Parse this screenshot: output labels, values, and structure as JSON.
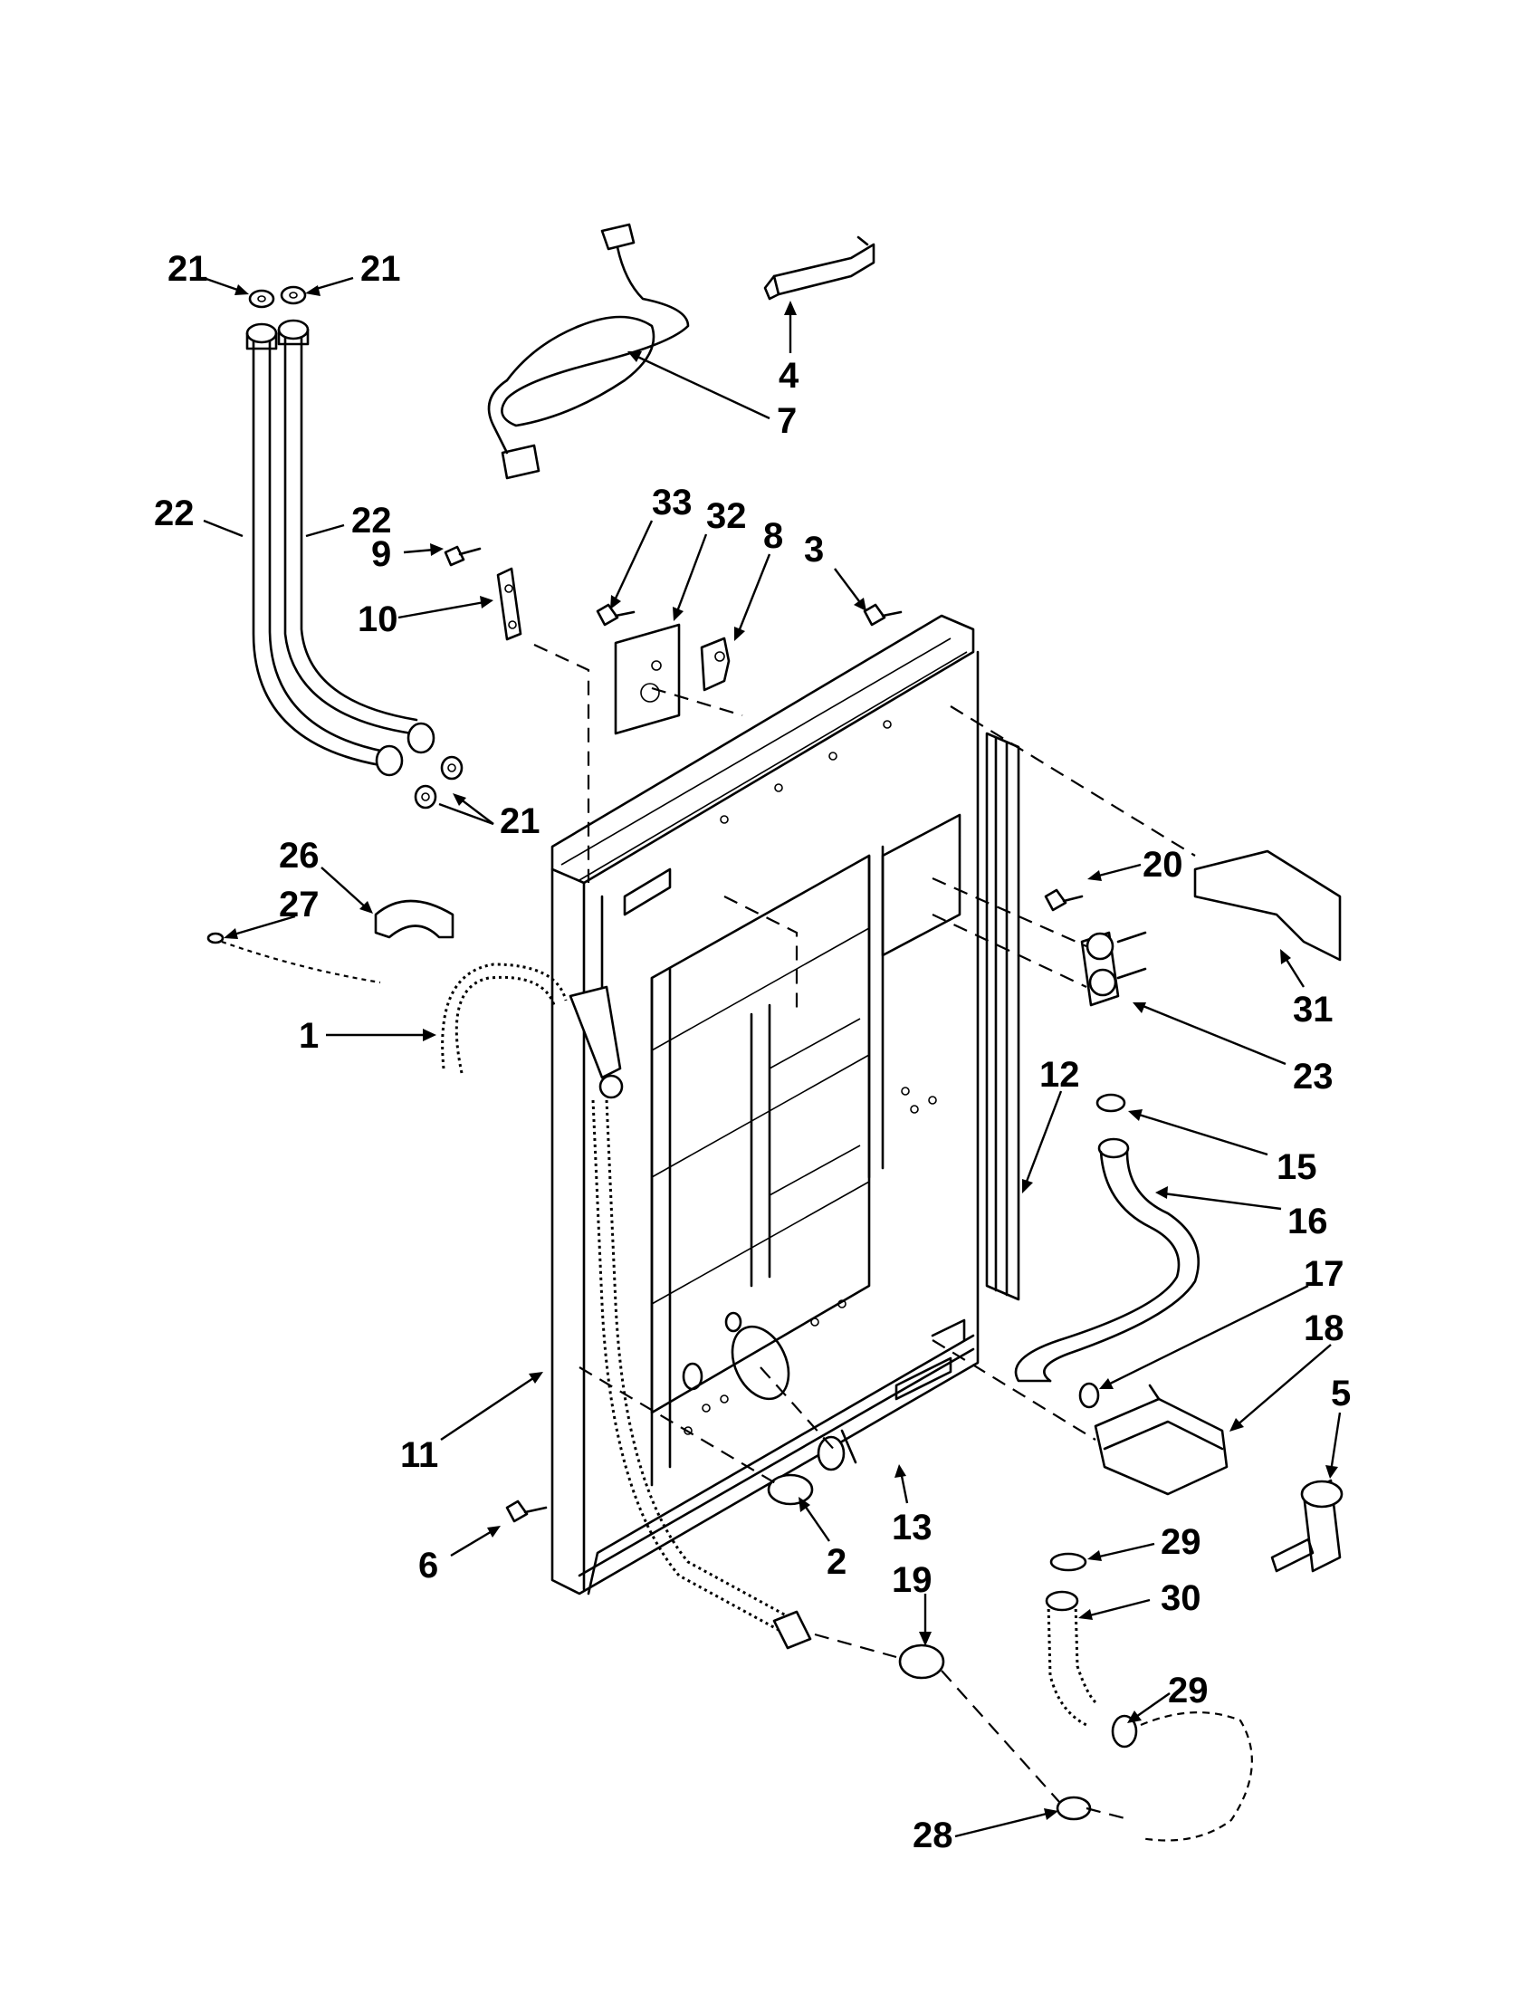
{
  "callouts": [
    {
      "id": "c21a",
      "text": "21"
    },
    {
      "id": "c21b",
      "text": "21"
    },
    {
      "id": "c21c",
      "text": "21"
    },
    {
      "id": "c22a",
      "text": "22"
    },
    {
      "id": "c22b",
      "text": "22"
    },
    {
      "id": "c4",
      "text": "4"
    },
    {
      "id": "c7",
      "text": "7"
    },
    {
      "id": "c9",
      "text": "9"
    },
    {
      "id": "c10",
      "text": "10"
    },
    {
      "id": "c33",
      "text": "33"
    },
    {
      "id": "c32",
      "text": "32"
    },
    {
      "id": "c8",
      "text": "8"
    },
    {
      "id": "c3",
      "text": "3"
    },
    {
      "id": "c26",
      "text": "26"
    },
    {
      "id": "c27",
      "text": "27"
    },
    {
      "id": "c20",
      "text": "20"
    },
    {
      "id": "c1",
      "text": "1"
    },
    {
      "id": "c31",
      "text": "31"
    },
    {
      "id": "c23",
      "text": "23"
    },
    {
      "id": "c12",
      "text": "12"
    },
    {
      "id": "c15",
      "text": "15"
    },
    {
      "id": "c16",
      "text": "16"
    },
    {
      "id": "c17",
      "text": "17"
    },
    {
      "id": "c18",
      "text": "18"
    },
    {
      "id": "c5",
      "text": "5"
    },
    {
      "id": "c11",
      "text": "11"
    },
    {
      "id": "c13",
      "text": "13"
    },
    {
      "id": "c2",
      "text": "2"
    },
    {
      "id": "c6",
      "text": "6"
    },
    {
      "id": "c19",
      "text": "19"
    },
    {
      "id": "c29a",
      "text": "29"
    },
    {
      "id": "c30",
      "text": "30"
    },
    {
      "id": "c29b",
      "text": "29"
    },
    {
      "id": "c28",
      "text": "28"
    }
  ]
}
